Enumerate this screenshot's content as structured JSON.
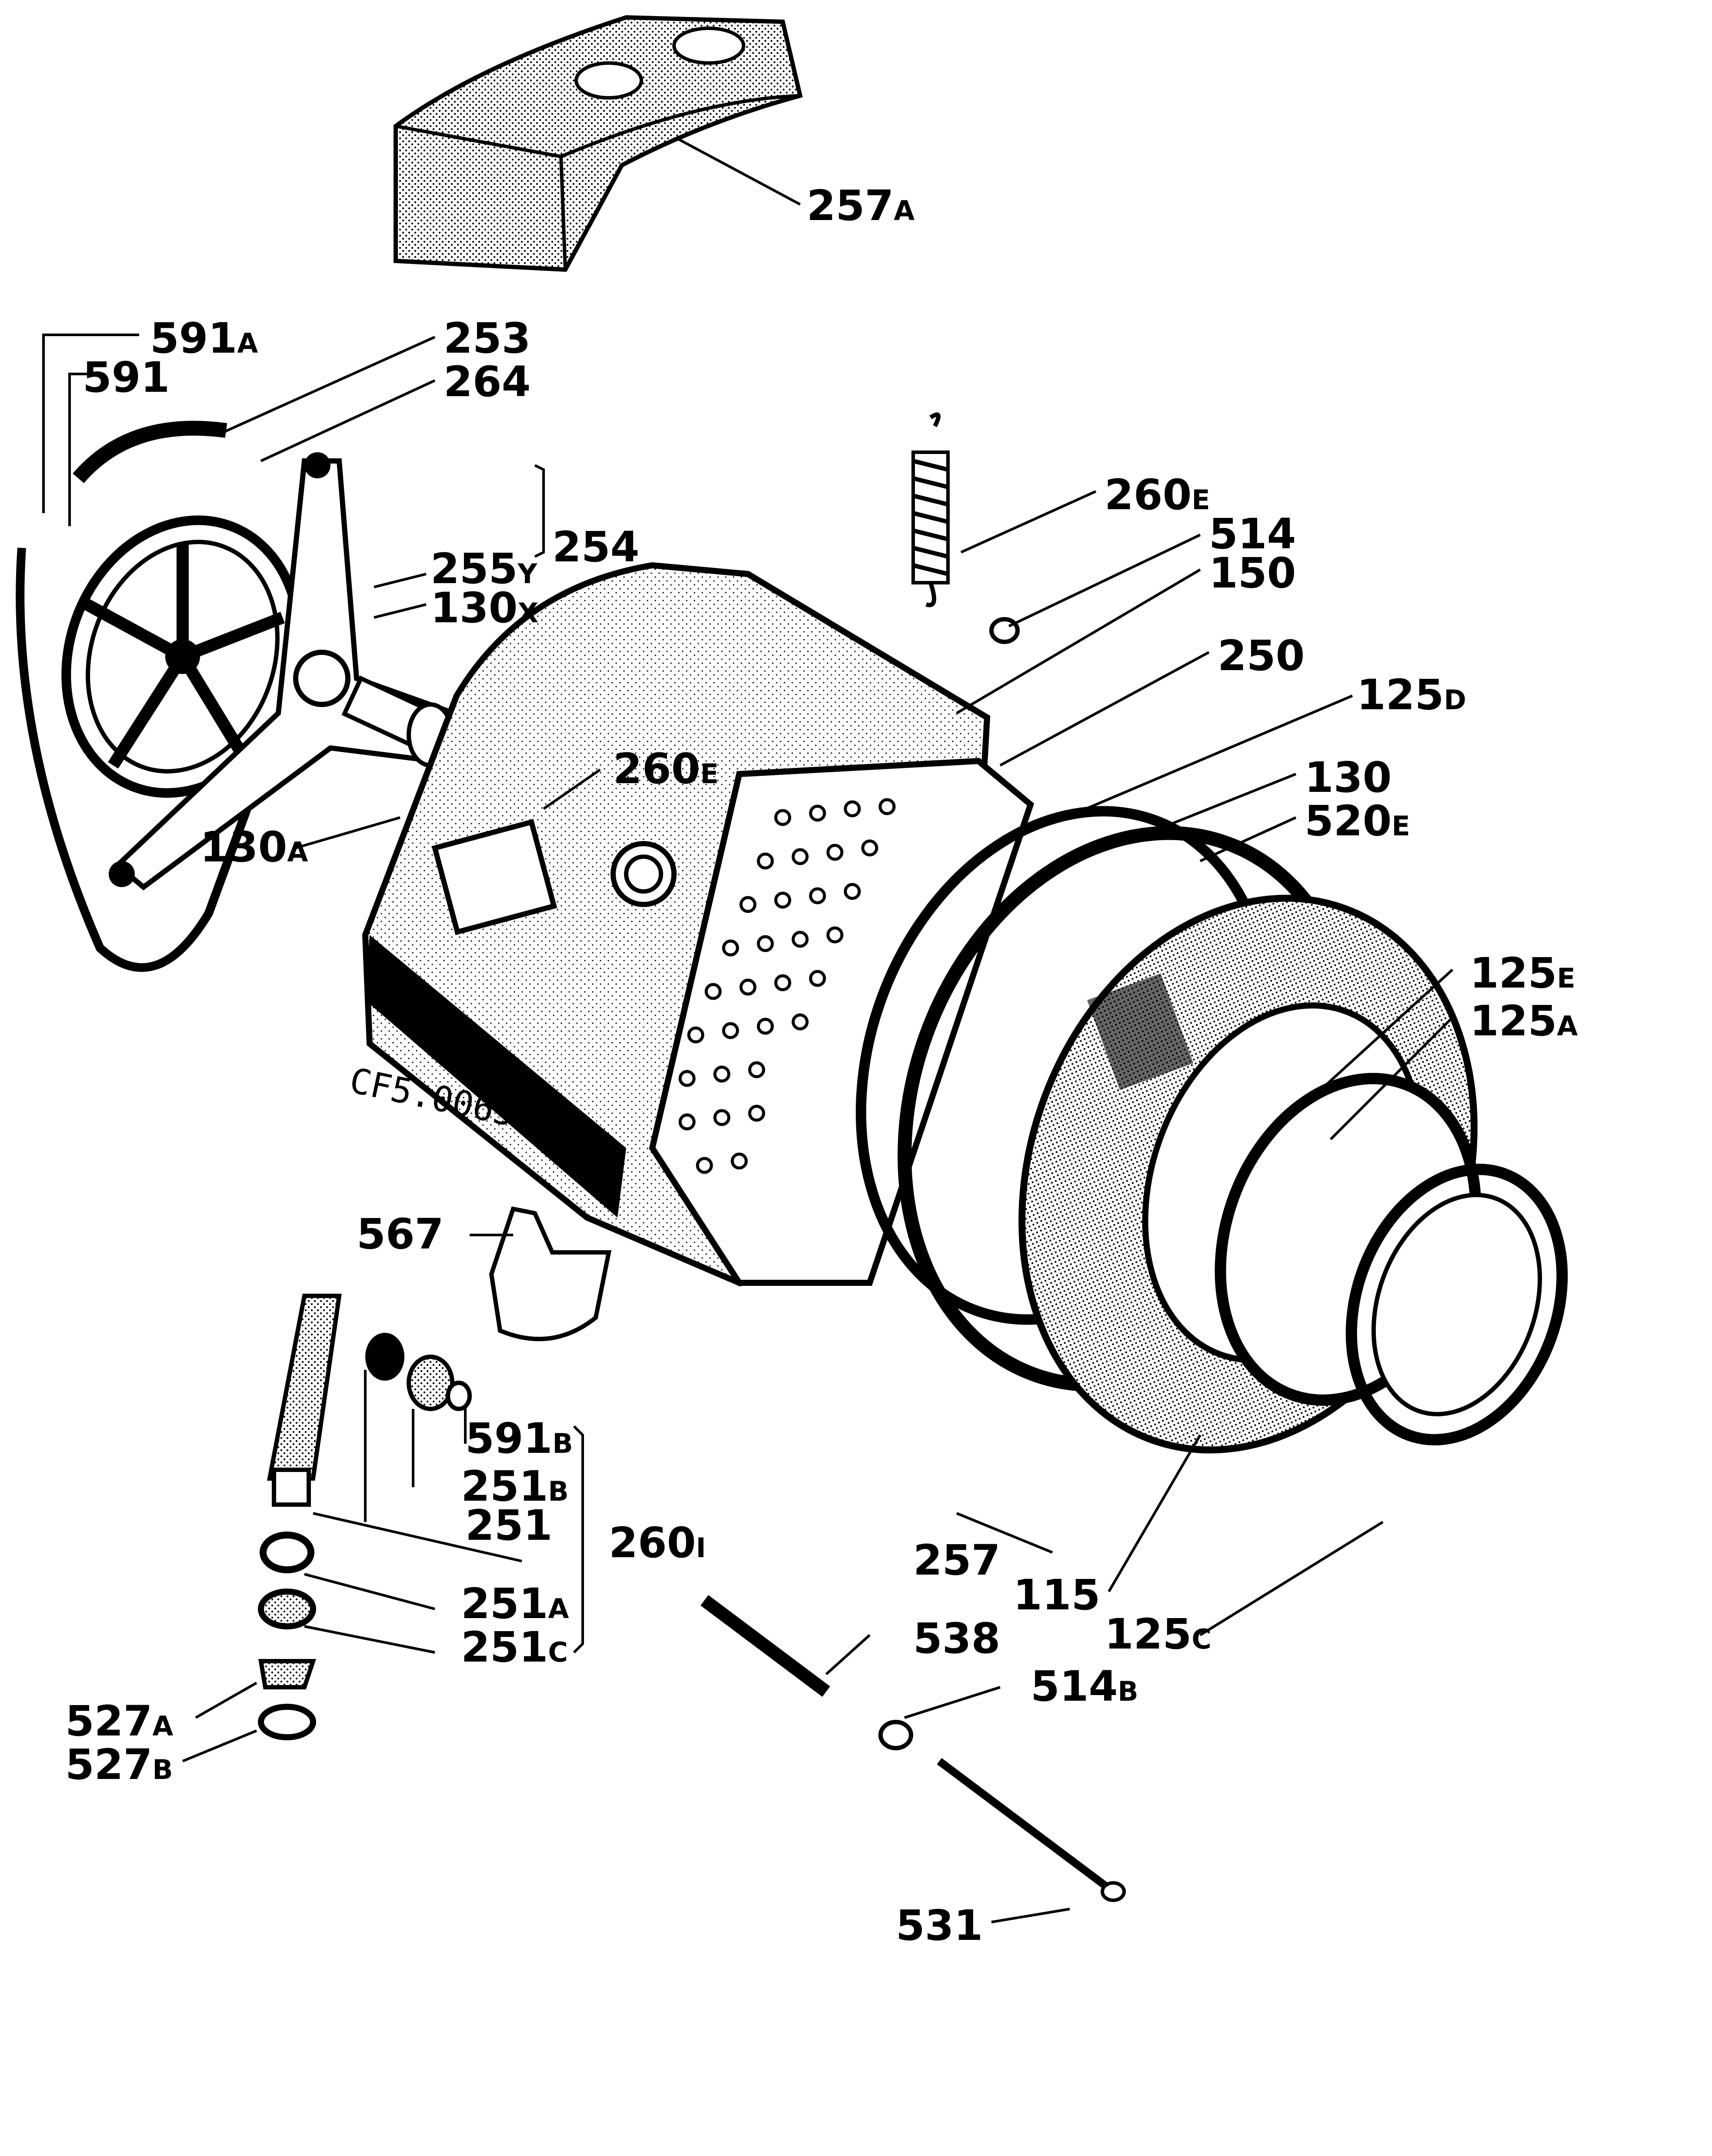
{
  "drawing_code": "CF5.00651",
  "parts": [
    {
      "key": "p257a",
      "num": "257",
      "suffix": "A"
    },
    {
      "key": "p591a",
      "num": "591",
      "suffix": "A"
    },
    {
      "key": "p253",
      "num": "253",
      "suffix": ""
    },
    {
      "key": "p591",
      "num": "591",
      "suffix": ""
    },
    {
      "key": "p264",
      "num": "264",
      "suffix": ""
    },
    {
      "key": "p260e_top",
      "num": "260",
      "suffix": "E"
    },
    {
      "key": "p514",
      "num": "514",
      "suffix": ""
    },
    {
      "key": "p254",
      "num": "254",
      "suffix": ""
    },
    {
      "key": "p255y",
      "num": "255",
      "suffix": "Y"
    },
    {
      "key": "p130x",
      "num": "130",
      "suffix": "X"
    },
    {
      "key": "p150",
      "num": "150",
      "suffix": ""
    },
    {
      "key": "p250",
      "num": "250",
      "suffix": ""
    },
    {
      "key": "p125d",
      "num": "125",
      "suffix": "D"
    },
    {
      "key": "p260e_mid",
      "num": "260",
      "suffix": "E"
    },
    {
      "key": "p130",
      "num": "130",
      "suffix": ""
    },
    {
      "key": "p520e",
      "num": "520",
      "suffix": "E"
    },
    {
      "key": "p130a",
      "num": "130",
      "suffix": "A"
    },
    {
      "key": "p125e",
      "num": "125",
      "suffix": "E"
    },
    {
      "key": "p125a",
      "num": "125",
      "suffix": "A"
    },
    {
      "key": "p567",
      "num": "567",
      "suffix": ""
    },
    {
      "key": "p591b",
      "num": "591",
      "suffix": "B"
    },
    {
      "key": "p251b",
      "num": "251",
      "suffix": "B"
    },
    {
      "key": "p251",
      "num": "251",
      "suffix": ""
    },
    {
      "key": "p260i",
      "num": "260",
      "suffix": "I"
    },
    {
      "key": "p251a",
      "num": "251",
      "suffix": "A"
    },
    {
      "key": "p251c",
      "num": "251",
      "suffix": "C"
    },
    {
      "key": "p257",
      "num": "257",
      "suffix": ""
    },
    {
      "key": "p115",
      "num": "115",
      "suffix": ""
    },
    {
      "key": "p125c",
      "num": "125",
      "suffix": "C"
    },
    {
      "key": "p538",
      "num": "538",
      "suffix": ""
    },
    {
      "key": "p527a",
      "num": "527",
      "suffix": "A"
    },
    {
      "key": "p514b",
      "num": "514",
      "suffix": "B"
    },
    {
      "key": "p527b",
      "num": "527",
      "suffix": "B"
    },
    {
      "key": "p531",
      "num": "531",
      "suffix": ""
    }
  ]
}
